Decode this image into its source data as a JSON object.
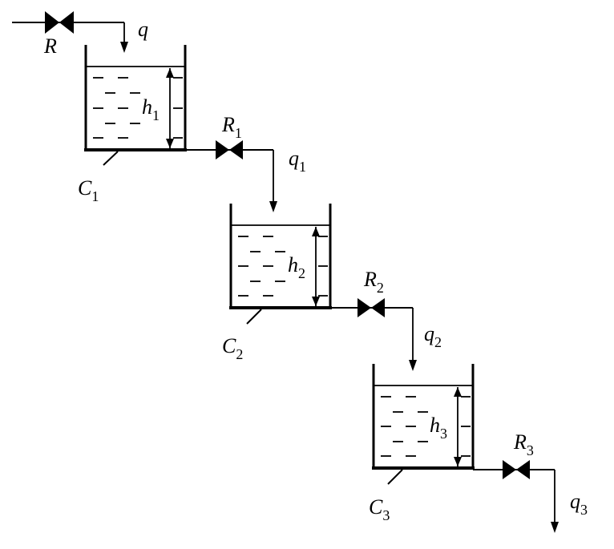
{
  "diagram": {
    "inlet": {
      "valve": {
        "name": "R",
        "sub": ""
      },
      "flow": {
        "name": "q",
        "sub": ""
      }
    },
    "tanks": [
      {
        "capacitance": {
          "name": "C",
          "sub": "1"
        },
        "level": {
          "name": "h",
          "sub": "1"
        },
        "valve": {
          "name": "R",
          "sub": "1"
        },
        "outflow": {
          "name": "q",
          "sub": "1"
        }
      },
      {
        "capacitance": {
          "name": "C",
          "sub": "2"
        },
        "level": {
          "name": "h",
          "sub": "2"
        },
        "valve": {
          "name": "R",
          "sub": "2"
        },
        "outflow": {
          "name": "q",
          "sub": "2"
        }
      },
      {
        "capacitance": {
          "name": "C",
          "sub": "3"
        },
        "level": {
          "name": "h",
          "sub": "3"
        },
        "valve": {
          "name": "R",
          "sub": "3"
        },
        "outflow": {
          "name": "q",
          "sub": "3"
        }
      }
    ]
  }
}
